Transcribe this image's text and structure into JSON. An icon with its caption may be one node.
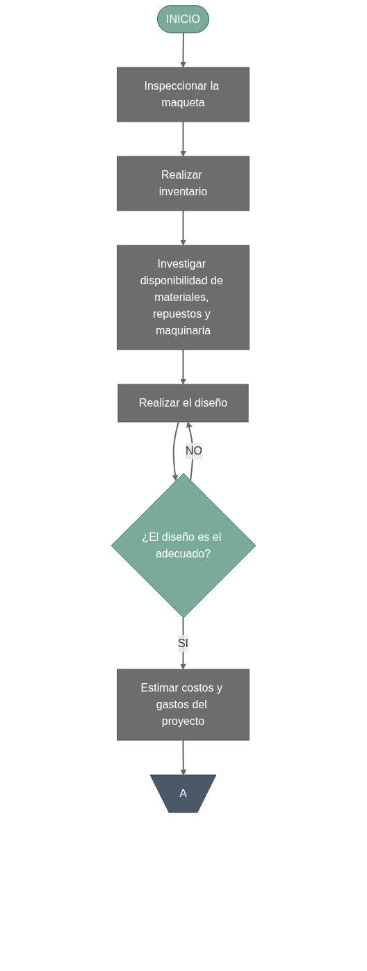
{
  "diagram": {
    "nodes": [
      {
        "text": [
          "INICIO"
        ]
      },
      {
        "text": [
          "Inspeccionar la maqueta"
        ]
      },
      {
        "text": [
          "Realizar inventario"
        ]
      },
      {
        "text": [
          "Investigar disponibilidad de materiales, repuestos y maquinaria"
        ]
      },
      {
        "text": [
          "Realizar el diseño"
        ]
      },
      {
        "text": [
          "¿El diseño es el adecuado?"
        ]
      },
      {
        "text": [
          "Estimar costos y gastos del proyecto"
        ]
      },
      {
        "text": [
          "A"
        ]
      }
    ],
    "edges": [
      {
        "from": 0,
        "to": 1,
        "arrow": "to"
      },
      {
        "from": 1,
        "to": 2,
        "arrow": "to"
      },
      {
        "from": 2,
        "to": 3,
        "arrow": "to"
      },
      {
        "from": 3,
        "to": 4,
        "arrow": "to"
      },
      {
        "from": 4,
        "to": 5,
        "arrow": "to"
      },
      {
        "from": 5,
        "to": 4,
        "arrow": "to",
        "label": "NO"
      },
      {
        "from": 5,
        "to": 6,
        "arrow": "to",
        "label": "SI"
      },
      {
        "from": 6,
        "to": 7,
        "arrow": "to"
      }
    ]
  }
}
